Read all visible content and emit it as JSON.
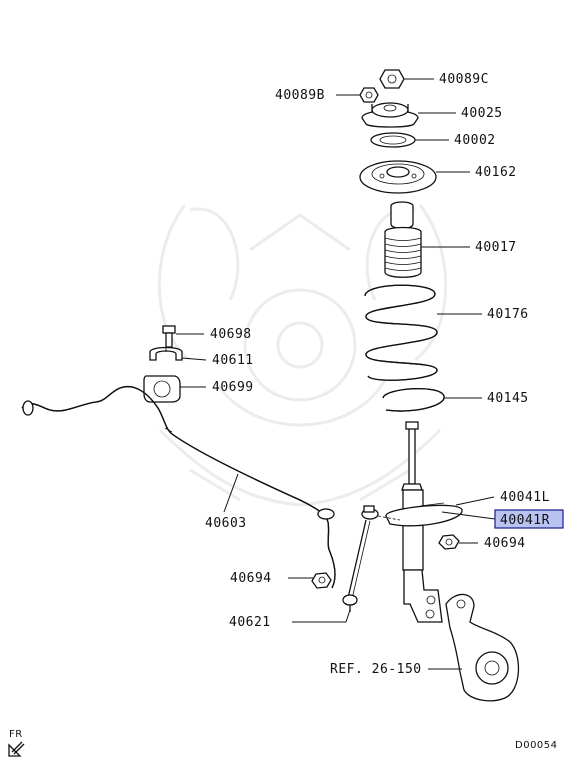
{
  "parts": [
    {
      "id": "p40089C",
      "label": "40089C"
    },
    {
      "id": "p40089B",
      "label": "40089B"
    },
    {
      "id": "p40025",
      "label": "40025"
    },
    {
      "id": "p40002",
      "label": "40002"
    },
    {
      "id": "p40162",
      "label": "40162"
    },
    {
      "id": "p40017",
      "label": "40017"
    },
    {
      "id": "p40176",
      "label": "40176"
    },
    {
      "id": "p40698",
      "label": "40698"
    },
    {
      "id": "p40611",
      "label": "40611"
    },
    {
      "id": "p40699",
      "label": "40699"
    },
    {
      "id": "p40145",
      "label": "40145"
    },
    {
      "id": "p40041L",
      "label": "40041L"
    },
    {
      "id": "p40041R",
      "label": "40041R",
      "highlighted": true
    },
    {
      "id": "p40694a",
      "label": "40694"
    },
    {
      "id": "p40603",
      "label": "40603"
    },
    {
      "id": "p40694b",
      "label": "40694"
    },
    {
      "id": "p40621",
      "label": "40621"
    },
    {
      "id": "ref",
      "label": "REF. 26-150"
    }
  ],
  "direction": {
    "label": "FR"
  },
  "diagram_code": "D00054",
  "colors": {
    "highlight_fill": "#b9c3ef",
    "highlight_stroke": "#1a1a8c",
    "watermark": "#ececec",
    "line": "#111111"
  }
}
